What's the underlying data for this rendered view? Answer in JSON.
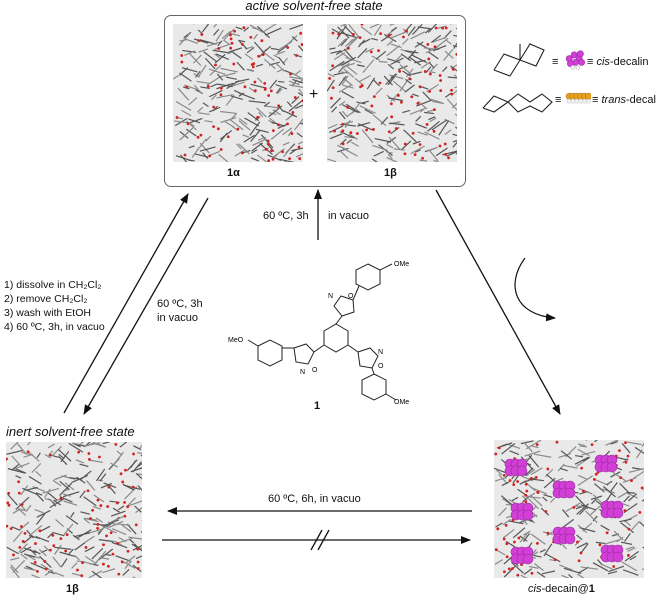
{
  "top_state": {
    "title": "active solvent-free state",
    "left_label": "1α",
    "right_label": "1β",
    "plus": "+"
  },
  "legend": {
    "cis_prefix": "≡",
    "cis_eq": "≡",
    "cis_italic": "cis",
    "cis_suffix": "-decalin",
    "trans_prefix": "≡",
    "trans_eq": "≡",
    "trans_italic": "trans",
    "trans_suffix": "-decalin"
  },
  "arrows": {
    "center_up_left": "60 ºC, 3h",
    "center_up_right": "in vacuo",
    "left_down_line1": "60 ºC, 3h",
    "left_down_line2": "in vacuo",
    "bottom_top": "60 ºC, 6h, in vacuo"
  },
  "steps": [
    "1) dissolve in CH₂Cl₂",
    "2) remove CH₂Cl₂",
    "3) wash with EtOH",
    "4) 60 ºC, 3h, in vacuo"
  ],
  "molecule": {
    "label": "1",
    "ome_top": "OMe",
    "ome_left": "MeO",
    "ome_bottom": "OMe",
    "n1": "N",
    "o1": "O",
    "n2": "N",
    "o2": "O",
    "n3": "N",
    "o3": "O"
  },
  "bottom_left": {
    "title": "inert solvent-free state",
    "label": "1β"
  },
  "bottom_right": {
    "label_italic": "cis",
    "label_rest": "-decain@",
    "label_bold": "1"
  },
  "colors": {
    "cis_decalin": "#d23fd6",
    "trans_decalin": "#e8a020",
    "oxygen": "#d42020",
    "framework": "#555555"
  }
}
